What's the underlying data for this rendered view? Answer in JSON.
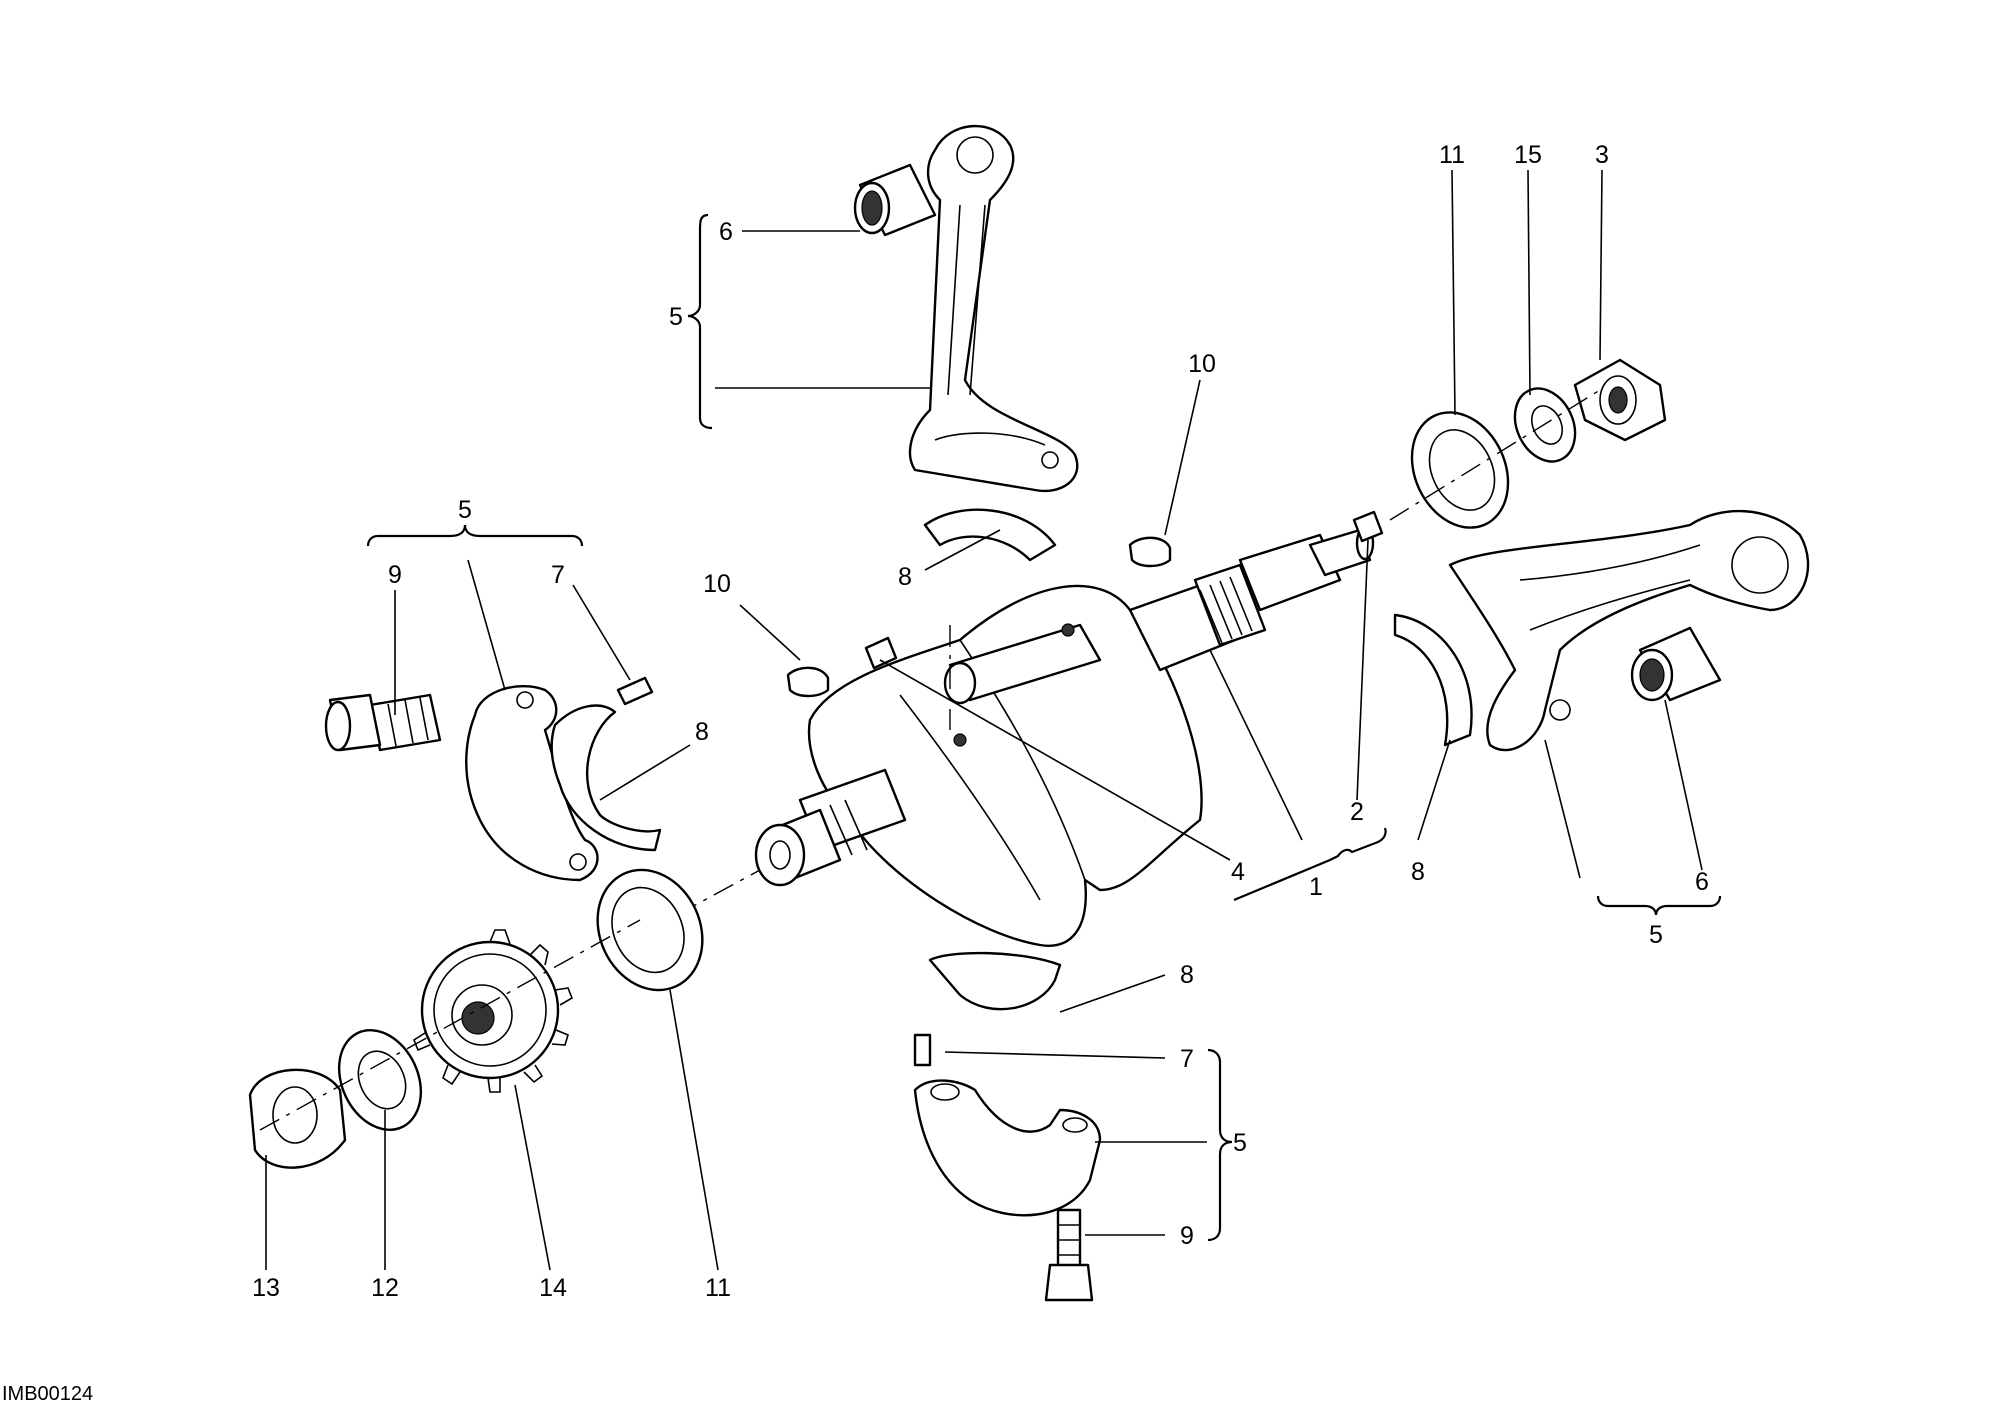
{
  "drawing_code": "IMB00124",
  "callouts": {
    "c6_top": "6",
    "c5_top": "5",
    "c10_top": "10",
    "c8_top": "8",
    "c11_tr": "11",
    "c15_tr": "15",
    "c3_tr": "3",
    "c5_left": "5",
    "c9_left": "9",
    "c7_left": "7",
    "c8_left": "8",
    "c10_mid": "10",
    "c4": "4",
    "c1": "1",
    "c2": "2",
    "c8_right": "8",
    "c6_right": "6",
    "c5_right": "5",
    "c8_bot": "8",
    "c7_bot": "7",
    "c5_bot": "5",
    "c9_bot": "9",
    "c13": "13",
    "c12": "12",
    "c14": "14",
    "c11_bot": "11"
  }
}
